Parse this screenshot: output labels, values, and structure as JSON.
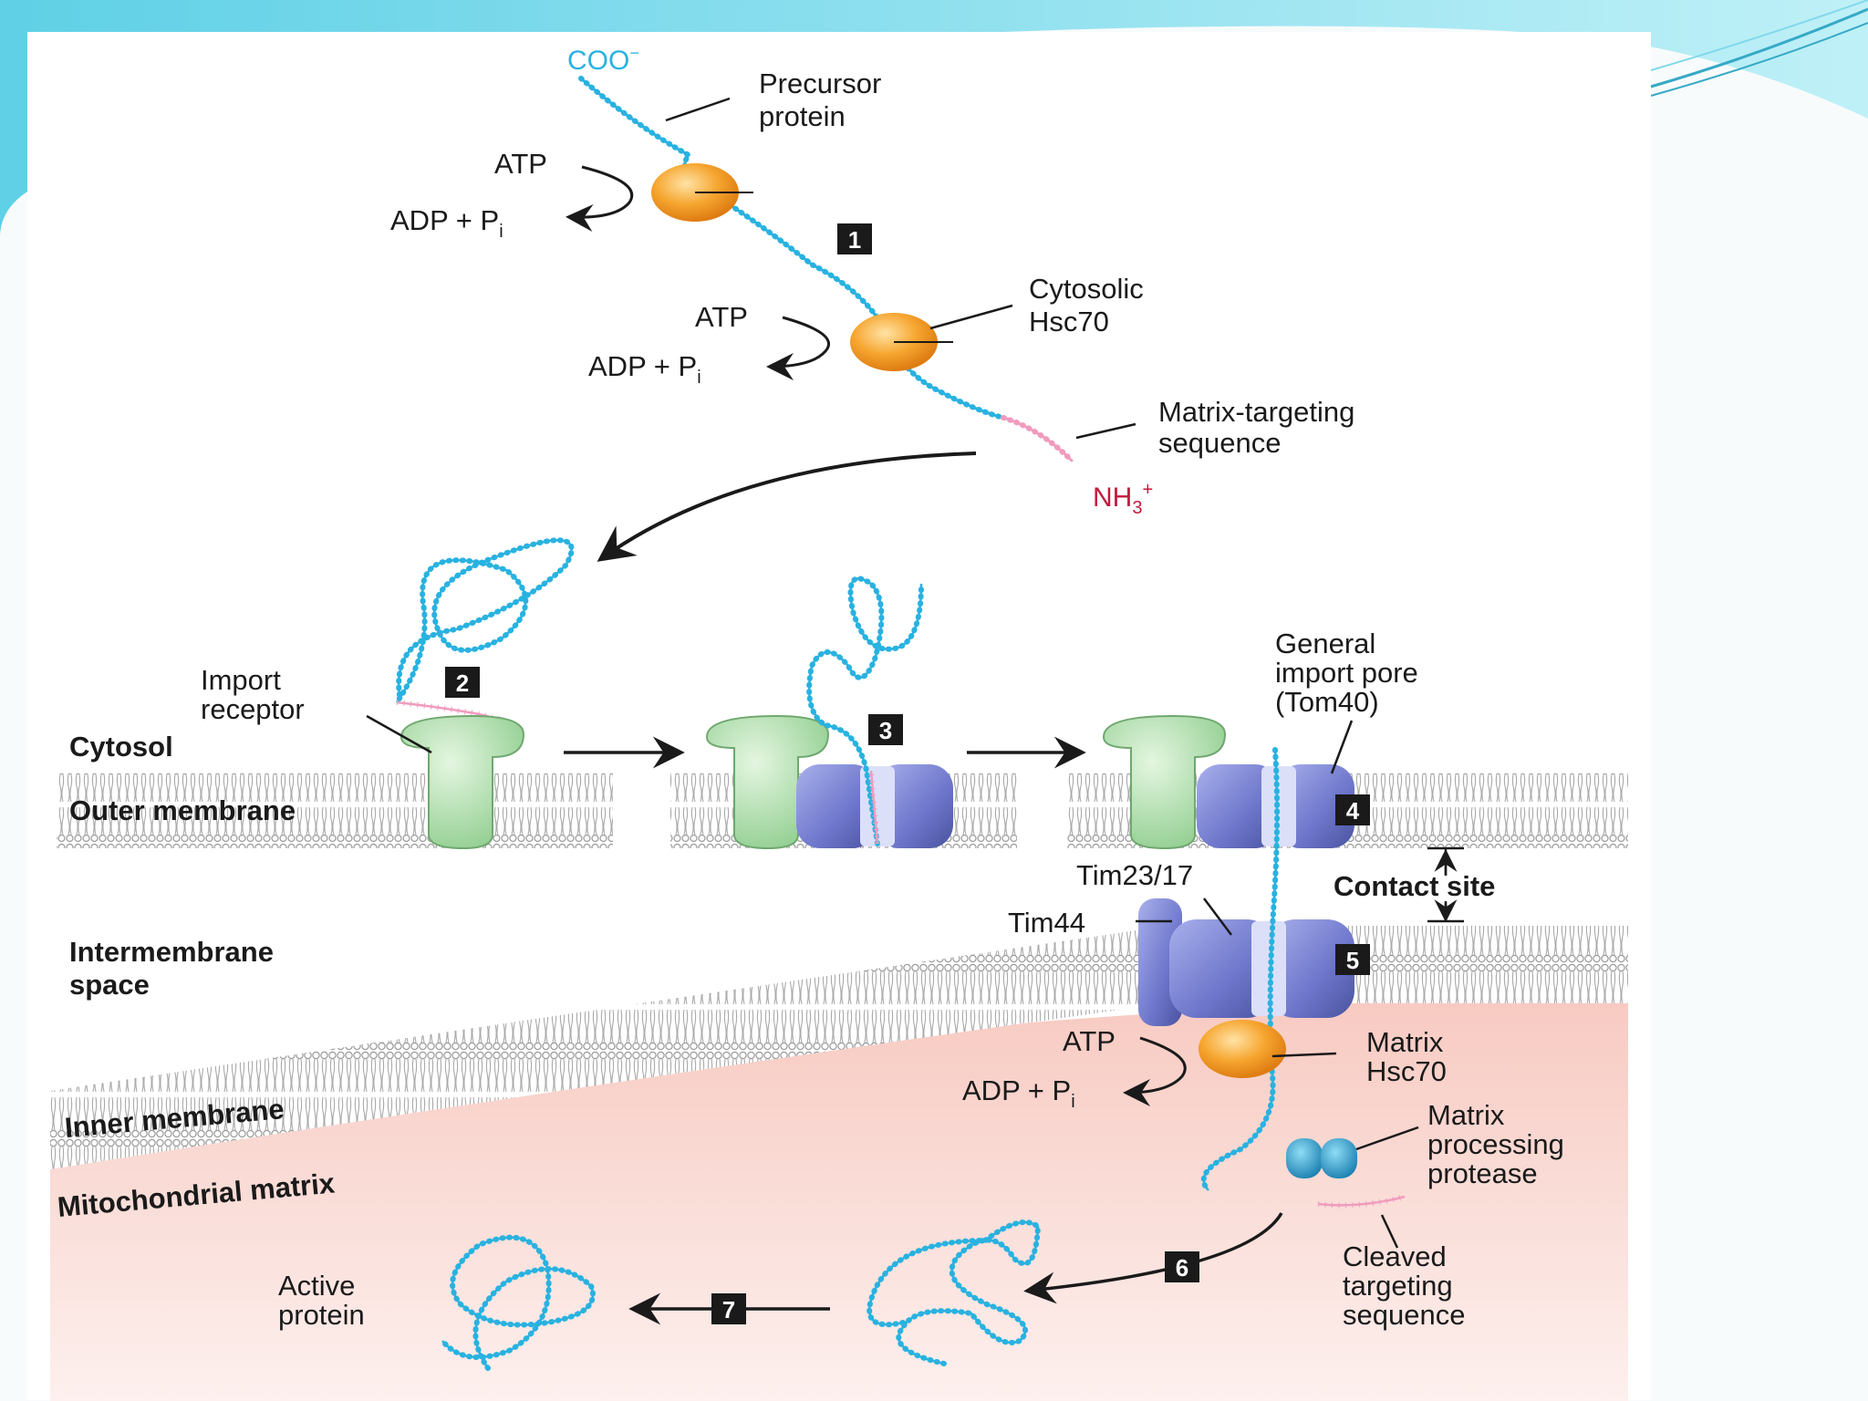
{
  "colors": {
    "chain": "#29b2e0",
    "targeting_seq": "#f09bbd",
    "chaperone": "#f6a02e",
    "receptor": "#a9dba9",
    "pore": "#6b74c7",
    "matrix": "#f6cfc6",
    "step_box": "#1a1a1a",
    "slide_accent": "#5fd0e6"
  },
  "termini": {
    "c_terminus": "COO",
    "c_charge": "−",
    "n_terminus": "NH",
    "n_sub": "3",
    "n_charge": "+"
  },
  "labels": {
    "precursor_protein": [
      "Precursor",
      "protein"
    ],
    "cytosolic_hsc70": [
      "Cytosolic",
      "Hsc70"
    ],
    "matrix_targeting_sequence": [
      "Matrix-targeting",
      "sequence"
    ],
    "import_receptor": [
      "Import",
      "receptor"
    ],
    "general_import_pore": [
      "General",
      "import pore",
      "(Tom40)"
    ],
    "tim23_17": "Tim23/17",
    "tim44": "Tim44",
    "contact_site": "Contact site",
    "matrix_hsc70": [
      "Matrix",
      "Hsc70"
    ],
    "matrix_processing_protease": [
      "Matrix",
      "processing",
      "protease"
    ],
    "cleaved_targeting_sequence": [
      "Cleaved",
      "targeting",
      "sequence"
    ],
    "active_protein": [
      "Active",
      "protein"
    ]
  },
  "regions": {
    "cytosol": "Cytosol",
    "outer_membrane": "Outer membrane",
    "intermembrane_space": [
      "Intermembrane",
      "space"
    ],
    "inner_membrane": "Inner membrane",
    "mitochondrial_matrix": "Mitochondrial matrix"
  },
  "atp": {
    "atp": "ATP",
    "adp": "ADP + P",
    "adp_sub": "i"
  },
  "steps": [
    "1",
    "2",
    "3",
    "4",
    "5",
    "6",
    "7"
  ]
}
